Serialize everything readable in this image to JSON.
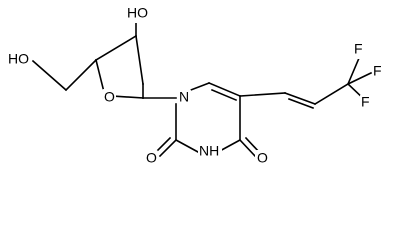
{
  "molecule": {
    "labels": {
      "ho_top": "HO",
      "ho_left": "HO",
      "o_ring": "O",
      "n1": "N",
      "o_left_carbonyl": "O",
      "nh": "NH",
      "o_right_carbonyl": "O",
      "f_top": "F",
      "f_right": "F",
      "f_bottom": "F"
    }
  }
}
